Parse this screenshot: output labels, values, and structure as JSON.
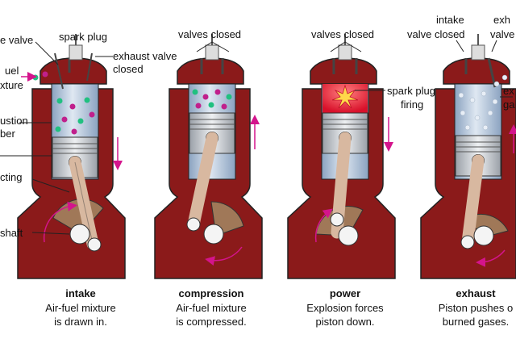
{
  "labels": {
    "intake_valve": "e valve",
    "spark_plug": "spark plug",
    "exhaust_valve_line1": "exhaust valve",
    "exhaust_valve_line2": "closed",
    "fuel_line1": "uel",
    "fuel_line2": "xture",
    "combustion_line1": "ustion",
    "combustion_line2": "ber",
    "connecting": "cting",
    "crankshaft": "shaft",
    "valves_closed_compression": "valves closed",
    "valves_closed_power": "valves closed",
    "spark_firing_line1": "spark plug",
    "spark_firing_line2": "firing",
    "exhaust_intake_line1": "intake",
    "exhaust_intake_line2": "valve closed",
    "exhaust_open_line1": "exh",
    "exhaust_open_line2": "valve",
    "exhaust_gas_line1": "ex",
    "exhaust_gas_line2": "ga"
  },
  "strokes": [
    {
      "title": "intake",
      "line1": "Air-fuel mixture",
      "line2": "is drawn in."
    },
    {
      "title": "compression",
      "line1": "Air-fuel mixture",
      "line2": "is compressed."
    },
    {
      "title": "power",
      "line1": "Explosion forces",
      "line2": "piston down."
    },
    {
      "title": "exhaust",
      "line1": "Piston pushes o",
      "line2": "burned gases."
    }
  ],
  "colors": {
    "block": "#8b1a1a",
    "cylinder": "#b8c8dc",
    "piston": "#cfd3d8",
    "rod": "#d8b8a0",
    "crank": "#a07858",
    "arrow": "#d4148c",
    "fuel_dot_green": "#20c080",
    "fuel_dot_magenta": "#c0208c",
    "explosion": "#e0202c",
    "exhaust_dot": "#e8eef6"
  }
}
